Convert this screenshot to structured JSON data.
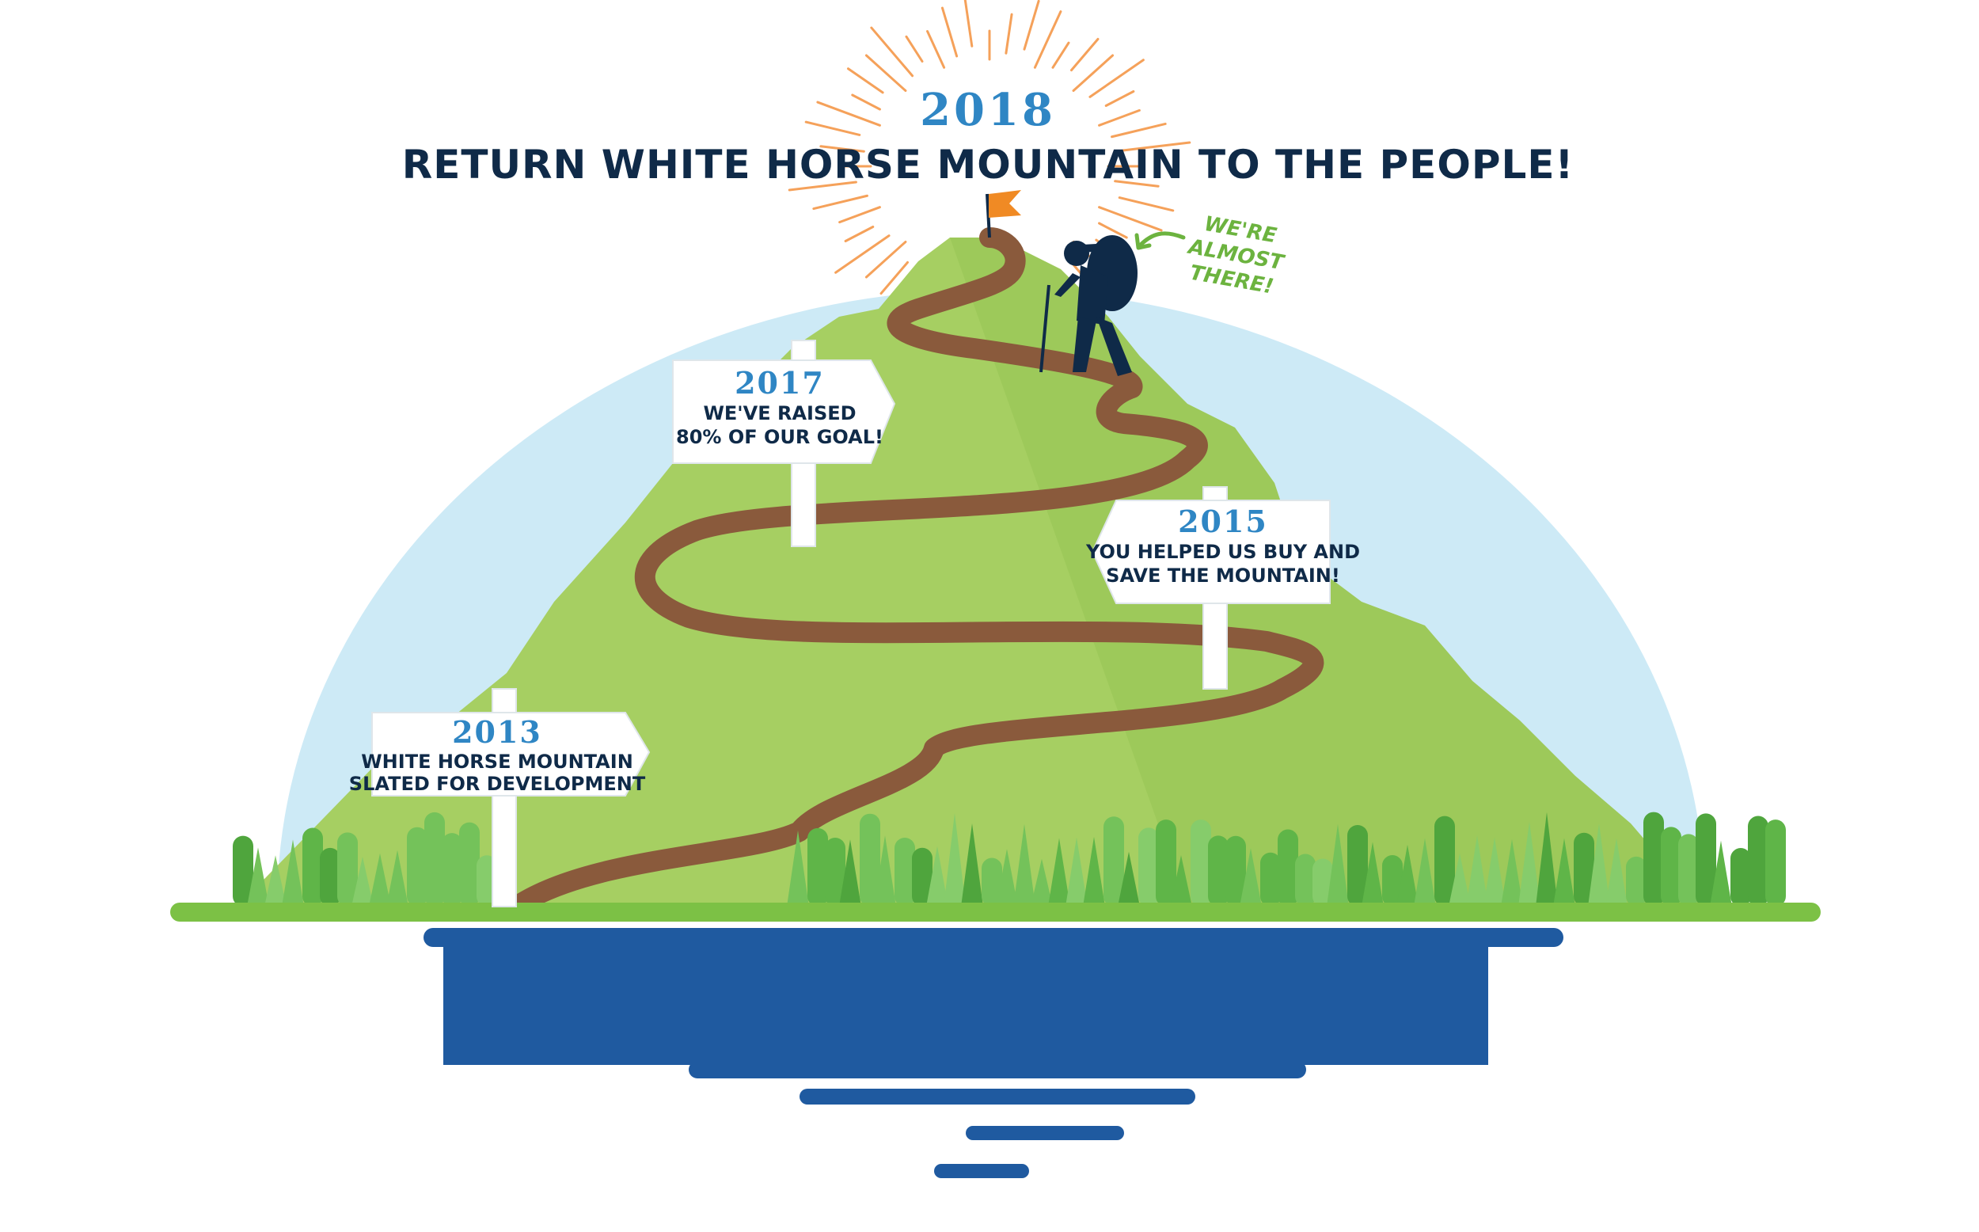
{
  "title": {
    "year": "2018",
    "headline": "RETURN WHITE HORSE MOUNTAIN TO THE PEOPLE!"
  },
  "callout": {
    "line1": "WE'RE",
    "line2": "ALMOST",
    "line3": "THERE!"
  },
  "milestones": [
    {
      "year": "2013",
      "line1": "WHITE HORSE MOUNTAIN",
      "line2": "SLATED FOR DEVELOPMENT"
    },
    {
      "year": "2015",
      "line1": "YOU HELPED US BUY AND",
      "line2": "SAVE THE MOUNTAIN!"
    },
    {
      "year": "2017",
      "line1": "WE'VE RAISED",
      "line2": "80% OF OUR GOAL!"
    }
  ],
  "colors": {
    "sky": "#cdeaf6",
    "mountain": "#a6cf62",
    "trail": "#8a5a3c",
    "water": "#1f5aa0",
    "grass": "#7cc145",
    "tree": "#5fb548",
    "flag": "#f08a24",
    "navy": "#0f2a48",
    "accent_blue": "#2f86c4",
    "callout_green": "#6cb33f"
  },
  "icons": [
    "flag-icon",
    "hiker-icon",
    "sunburst-icon",
    "arrow-icon"
  ]
}
